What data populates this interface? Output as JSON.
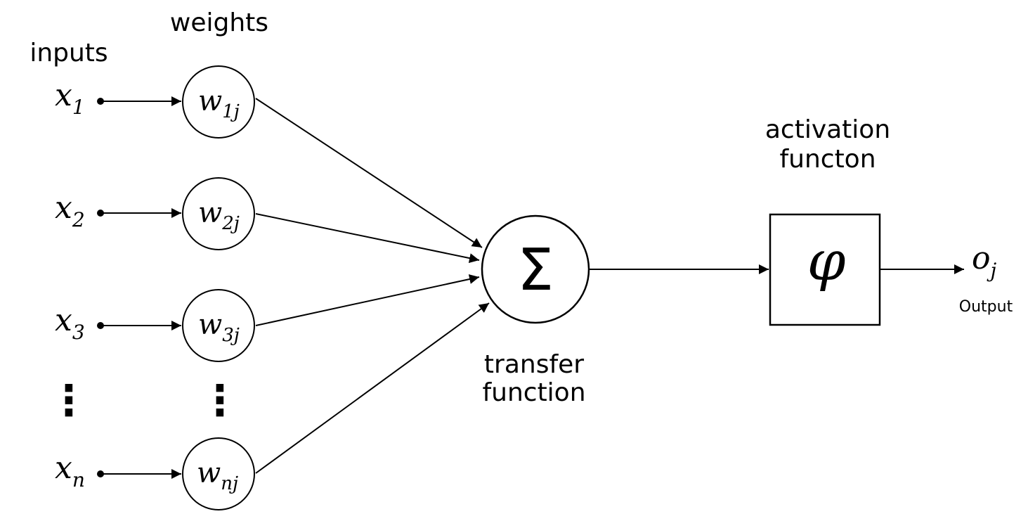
{
  "labels": {
    "inputs": "inputs",
    "weights": "weights",
    "transfer_line1": "transfer",
    "transfer_line2": "function",
    "activation_line1": "activation",
    "activation_line2": "functon",
    "output_caption": "Output",
    "vertical_dots": "⋮"
  },
  "inputs": [
    {
      "base": "x",
      "sub": "1"
    },
    {
      "base": "x",
      "sub": "2"
    },
    {
      "base": "x",
      "sub": "3"
    },
    {
      "base": "x",
      "sub": "n"
    }
  ],
  "weights": [
    {
      "base": "w",
      "sub": "1j"
    },
    {
      "base": "w",
      "sub": "2j"
    },
    {
      "base": "w",
      "sub": "3j"
    },
    {
      "base": "w",
      "sub": "nj"
    }
  ],
  "transfer_symbol": "Σ",
  "activation_symbol": "φ",
  "output": {
    "base": "o",
    "sub": "j"
  }
}
